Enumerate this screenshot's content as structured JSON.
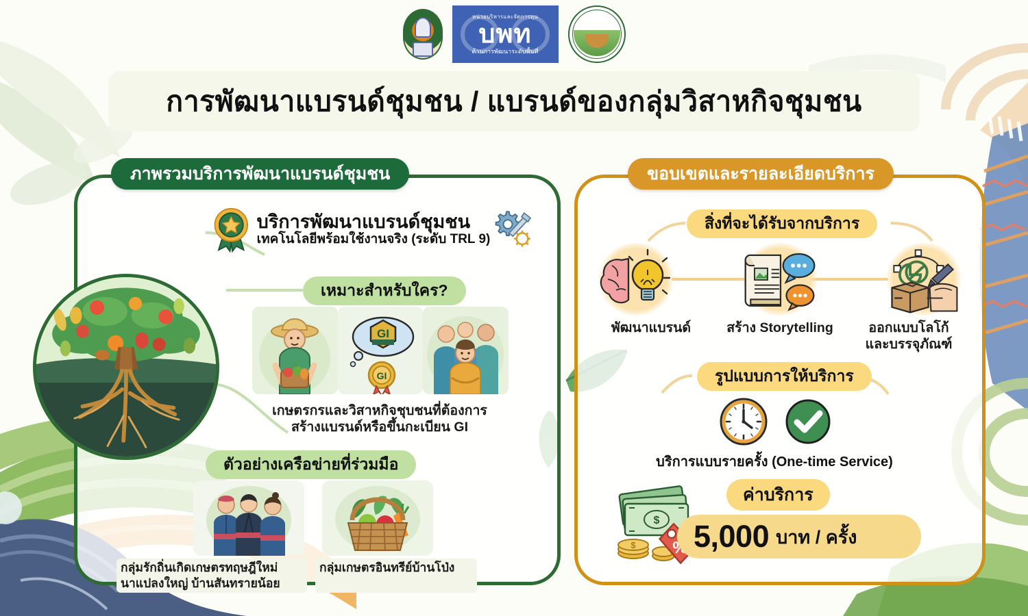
{
  "header": {
    "logos": [
      {
        "name": "university-seal",
        "alt": "ตราสัญลักษณ์มหาวิทยาลัย"
      },
      {
        "name": "bpt-logo",
        "top_text": "หน่วยบริหารและจัดการทุน",
        "mark": "บพท",
        "bottom_text": "ด้านการพัฒนาระดับพื้นที่"
      },
      {
        "name": "agri-institute-seal",
        "alt": "ตราสัญลักษณ์สถาบันเกษตร"
      }
    ]
  },
  "title": "การพัฒนาแบรนด์ชุมชน / แบรนด์ของกลุ่มวิสาหกิจชุมชน",
  "left_panel": {
    "header": "ภาพรวมบริการพัฒนาแบรนด์ชุมชน",
    "service": {
      "name": "บริการพัฒนาแบรนด์ชุมชน",
      "subtitle": "เทคโนโลยีพร้อมใช้งานจริง (ระดับ TRL 9)",
      "medal_icon": "award-medal-icon",
      "gear_icon": "gears-wrench-icon"
    },
    "tree_image_alt": "ต้นไม้ผลไม้พร้อมราก",
    "who_pill": "เหมาะสำหรับใคร?",
    "who_images": [
      {
        "name": "farmer-illustration",
        "alt": "เกษตรกรถือผัก"
      },
      {
        "name": "gi-badge-illustration",
        "alt": "ตรา GI และความคิด"
      },
      {
        "name": "community-group-illustration",
        "alt": "กลุ่มชุมชน"
      }
    ],
    "who_caption_line1": "เกษตรกรและวิสาหกิจชุบชนที่ต้องการ",
    "who_caption_line2": "สร้างแบรนด์หรือขึ้นกะเบียน GI",
    "network_pill": "ตัวอย่างเครือข่ายที่ร่วมมือ",
    "network_items": [
      {
        "image_alt": "กลุ่มชาวบ้านสวมชุดพื้นเมือง",
        "caption_line1": "กลุ่มรักถิ่นเกิดเกษตรทฤษฎีใหม่",
        "caption_line2": "นาแปลงใหญ่ บ้านสันทรายน้อย"
      },
      {
        "image_alt": "ตะกร้าผักอินทรีย์",
        "caption_line1": "กลุ่มเกษตรอินทรีย์บ้านโป่ง",
        "caption_line2": ""
      }
    ]
  },
  "right_panel": {
    "header": "ขอบเขตและรายละเอียดบริการ",
    "deliverables_pill": "สิ่งที่จะได้รับจากบริการ",
    "deliverables": [
      {
        "icon": "brain-lightbulb-icon",
        "label_line1": "พัฒนาแบรนด์",
        "label_line2": ""
      },
      {
        "icon": "scroll-speech-bubble-icon",
        "label_line1": "สร้าง Storytelling",
        "label_line2": ""
      },
      {
        "icon": "package-pen-design-icon",
        "label_line1": "ออกแบบโลโก้",
        "label_line2": "และบรรจุภัณฑ์"
      }
    ],
    "mode_pill": "รูปแบบการให้บริการ",
    "mode_icons": [
      "clock-icon",
      "check-circle-icon"
    ],
    "mode_caption": "บริการแบบรายครั้ง (One-time Service)",
    "price_label": "ค่าบริการ",
    "price_amount": "5,000",
    "price_unit": "บาท / ครั้ง",
    "money_icon": "cash-coins-pricetag-icon"
  },
  "colors": {
    "green_dark": "#1d6b3b",
    "green_border": "#2d6a34",
    "green_light": "#bfe0a0",
    "amber": "#d99727",
    "amber_light": "#fbd97f",
    "amber_border": "#cf9118",
    "title_bg": "#f4f7ea",
    "page_bg": "#fdfdf8"
  }
}
